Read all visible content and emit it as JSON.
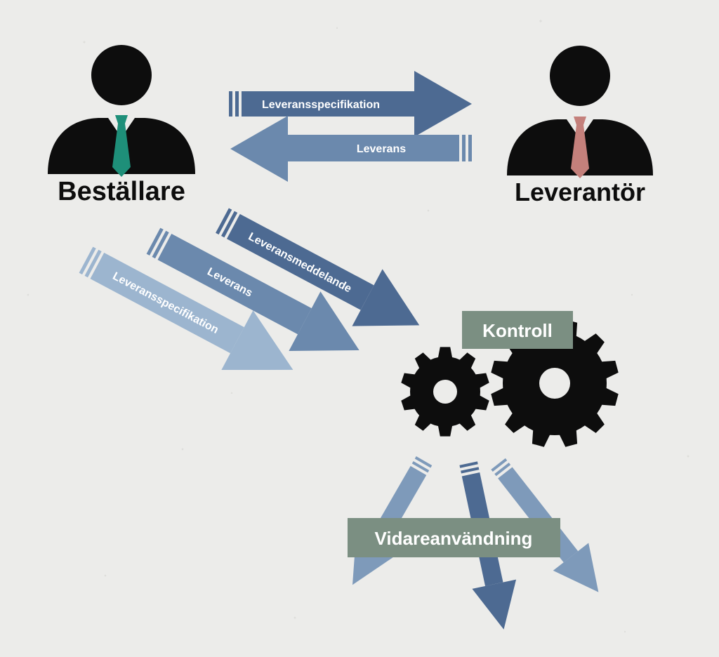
{
  "actors": {
    "orderer": "Beställare",
    "supplier": "Leverantör"
  },
  "top_arrows": {
    "to_supplier": "Leveransspecifikation",
    "to_orderer": "Leverans"
  },
  "diagonal_arrows": {
    "notice": "Leveransmeddelande",
    "delivery": "Leverans",
    "specification": "Leveransspecifikation"
  },
  "control_box": "Kontroll",
  "reuse_box": "Vidareanvändning",
  "colors": {
    "background": "#ececea",
    "person": "#0d0d0d",
    "orderer_tie": "#1e8f79",
    "supplier_tie": "#c4807b",
    "arrow_dark": "#4d6a92",
    "arrow_mid": "#6b89ad",
    "arrow_light": "#9cb5cf",
    "label_box": "#7b8f82",
    "gear": "#0d0d0d"
  },
  "icons": {
    "orderer": "person-icon",
    "supplier": "person-icon",
    "control": "gears-icon"
  }
}
